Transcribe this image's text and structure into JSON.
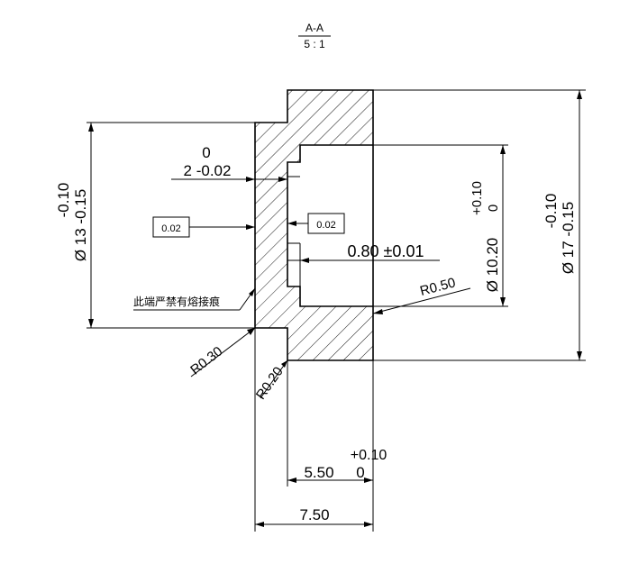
{
  "view": {
    "section_label": "A-A",
    "scale_label": "5 : 1"
  },
  "dimensions": {
    "left_diameter_tol": "-0.10",
    "left_diameter_tol2": "Ø 13 -0.15",
    "right_diameter_tol": "-0.10",
    "right_diameter_tol2": "Ø 17 -0.15",
    "bore_tol_upper": "+0.10",
    "bore_tol_lower": "0",
    "bore_value": "Ø 10.20",
    "wall_tol_upper": "0",
    "wall_value": "2 -0.02",
    "groove_value": "0.80 ±0.01",
    "r050": "R0.50",
    "r030": "R0.30",
    "r020": "R0.20",
    "depth_tol_upper": "+0.10",
    "depth_value": "5.50",
    "depth_tol_lower": "0",
    "length_value": "7.50"
  },
  "tolerance_boxes": {
    "left_box": "0.02",
    "right_box": "0.02"
  },
  "notes": {
    "weld_note": "此端严禁有熔接痕"
  }
}
